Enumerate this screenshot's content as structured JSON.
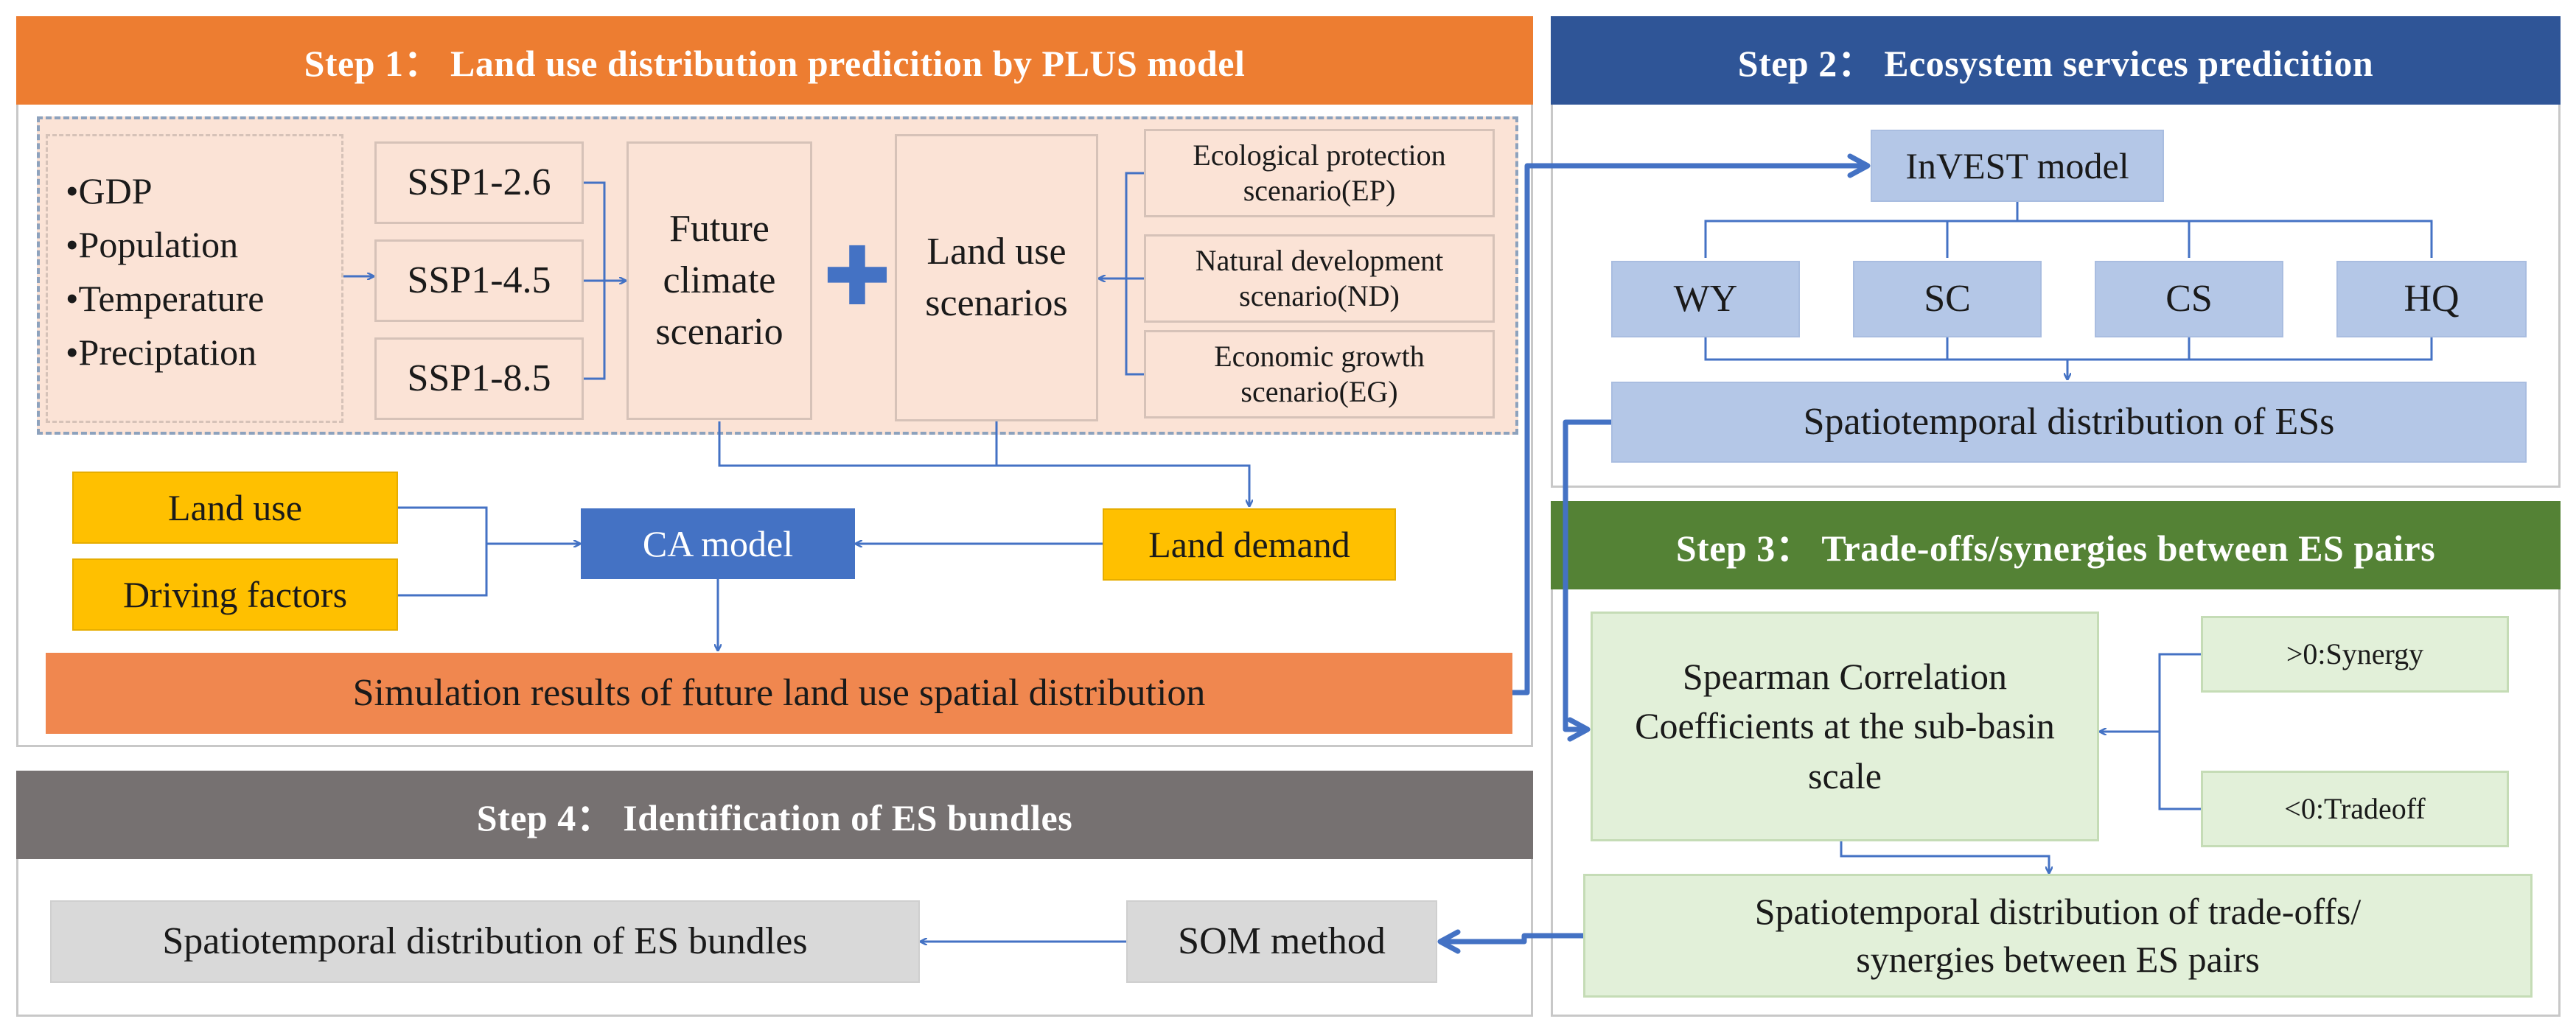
{
  "step1": {
    "title": "Step 1： Land use distribution predicition by PLUS model",
    "drivers": [
      "•GDP",
      "•Population",
      "•Temperature",
      "•Preciptation"
    ],
    "ssp": [
      "SSP1-2.6",
      "SSP1-4.5",
      "SSP1-8.5"
    ],
    "future_climate": "Future climate scenario",
    "plus_sign": "✚",
    "land_use_scenarios": "Land use scenarios",
    "scenarios": [
      "Ecological protection scenario(EP)",
      "Natural development scenario(ND)",
      "Economic growth scenario(EG)"
    ],
    "land_use": "Land use",
    "driving_factors": "Driving factors",
    "ca_model": "CA model",
    "land_demand": "Land demand",
    "simulation": "Simulation results of future land use spatial distribution"
  },
  "step2": {
    "title": "Step 2： Ecosystem services predicition",
    "invest": "InVEST model",
    "services": [
      "WY",
      "SC",
      "CS",
      "HQ"
    ],
    "distribution": "Spatiotemporal distribution of ESs"
  },
  "step3": {
    "title": "Step 3： Trade-offs/synergies between ES pairs",
    "spearman": "Spearman Correlation Coefficients at the sub-basin scale",
    "synergy": ">0:Synergy",
    "tradeoff": "<0:Tradeoff",
    "distribution": "Spatiotemporal distribution of trade-offs/ synergies between ES pairs"
  },
  "step4": {
    "title": "Step 4： Identification of ES bundles",
    "distribution": "Spatiotemporal distribution of ES bundles",
    "som": "SOM method"
  },
  "colors": {
    "step1_header": "#ed7d31",
    "step2_header": "#2f5597",
    "step3_header": "#548235",
    "step4_header": "#767171",
    "arrow_blue": "#4472c4",
    "gold": "#ffc000",
    "plus": "#4472c4"
  }
}
